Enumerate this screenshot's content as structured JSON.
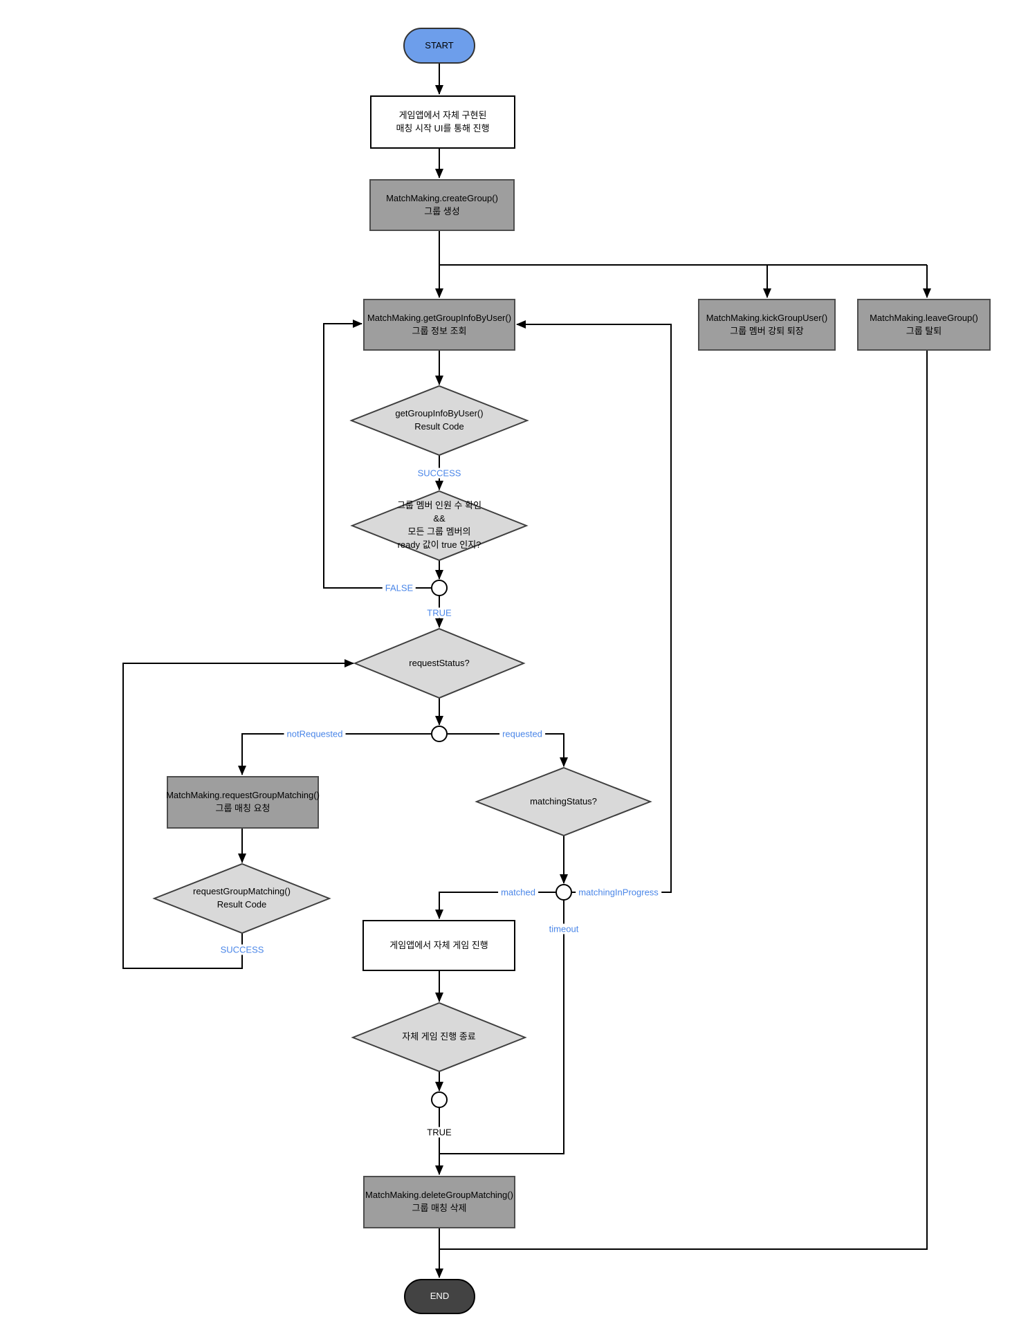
{
  "diagram": {
    "type": "flowchart",
    "nodes": {
      "start": {
        "shape": "terminator",
        "label": "START"
      },
      "self_matching_ui": {
        "shape": "process",
        "label": "게임앱에서 자체 구현된\n매칭 시작 UI를 통해 진행"
      },
      "create_group": {
        "shape": "process",
        "label": "MatchMaking.createGroup()\n그룹 생성"
      },
      "get_group_info": {
        "shape": "process",
        "label": "MatchMaking.getGroupInfoByUser()\n그룹 정보 조회"
      },
      "kick_group_user": {
        "shape": "process",
        "label": "MatchMaking.kickGroupUser()\n그룹 멤버 강퇴 퇴장"
      },
      "leave_group": {
        "shape": "process",
        "label": "MatchMaking.leaveGroup()\n그룹 탈퇴"
      },
      "get_info_result": {
        "shape": "decision",
        "label": "getGroupInfoByUser()\nResult Code"
      },
      "ready_check": {
        "shape": "decision",
        "label": "그룹 멤버 인원 수 확인\n&&\n모든 그룹 멤버의\nready 값이 true 인지?"
      },
      "request_status": {
        "shape": "decision",
        "label": "requestStatus?"
      },
      "request_group_matching": {
        "shape": "process",
        "label": "MatchMaking.requestGroupMatching()\n그룹 매칭 요청"
      },
      "request_matching_result": {
        "shape": "decision",
        "label": "requestGroupMatching()\nResult Code"
      },
      "matching_status": {
        "shape": "decision",
        "label": "matchingStatus?"
      },
      "self_game": {
        "shape": "process",
        "label": "게임앱에서 자체 게임 진행"
      },
      "self_game_end": {
        "shape": "decision",
        "label": "자체 게임 진행 종료"
      },
      "delete_group_matching": {
        "shape": "process",
        "label": "MatchMaking.deleteGroupMatching()\n그룹 매칭 삭제"
      },
      "end": {
        "shape": "terminator",
        "label": "END"
      }
    },
    "edge_labels": {
      "success_get_info": "SUCCESS",
      "false_ready": "FALSE",
      "true_ready": "TRUE",
      "not_requested": "notRequested",
      "requested": "requested",
      "matched": "matched",
      "matching_in_progress": "matchingInProgress",
      "timeout": "timeout",
      "success_request": "SUCCESS",
      "true_game_end": "TRUE"
    },
    "colors": {
      "start_fill": "#6D9EEB",
      "end_fill": "#434343",
      "api_box_fill": "#9E9E9E",
      "api_box_border": "#4D4D4D",
      "process_fill": "#FFFFFF",
      "decision_fill": "#D9D9D9",
      "decision_border": "#3F3F3F",
      "edge_label_blue": "#4A86E8",
      "line": "#000000"
    }
  }
}
